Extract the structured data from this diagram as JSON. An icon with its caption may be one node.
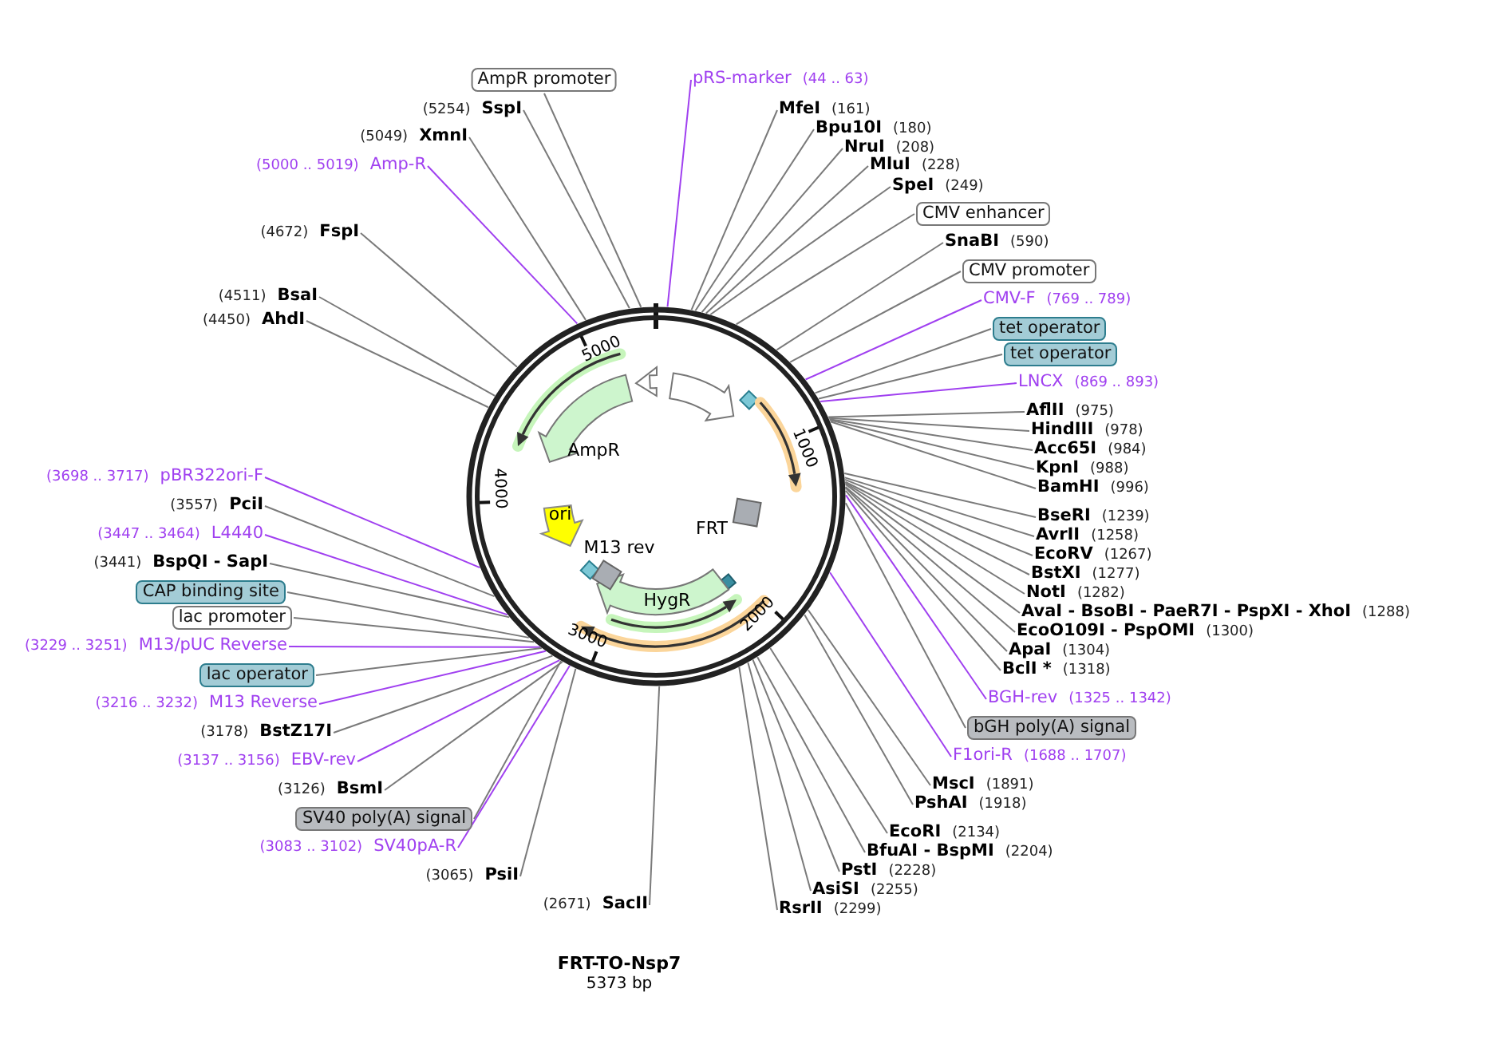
{
  "diagram": {
    "title": "FRT-TO-Nsp7",
    "caption": "5373 bp",
    "nodes": [
      {
        "text": [
          "AmpR promoter"
        ]
      },
      {
        "text": [
          "pRS-marker",
          "(44 .. 63)"
        ]
      },
      {
        "text": [
          "(5254)",
          "SspI"
        ]
      },
      {
        "text": [
          "(5049)",
          "XmnI"
        ]
      },
      {
        "text": [
          "(5000 .. 5019)",
          "Amp-R"
        ]
      },
      {
        "text": [
          "(4672)",
          "FspI"
        ]
      },
      {
        "text": [
          "(4511)",
          "BsaI"
        ]
      },
      {
        "text": [
          "(4450)",
          "AhdI"
        ]
      },
      {
        "text": [
          "MfeI",
          "(161)"
        ]
      },
      {
        "text": [
          "Bpu10I",
          "(180)"
        ]
      },
      {
        "text": [
          "NruI",
          "(208)"
        ]
      },
      {
        "text": [
          "MluI",
          "(228)"
        ]
      },
      {
        "text": [
          "SpeI",
          "(249)"
        ]
      },
      {
        "text": [
          "CMV enhancer"
        ]
      },
      {
        "text": [
          "SnaBI",
          "(590)"
        ]
      },
      {
        "text": [
          "CMV promoter"
        ]
      },
      {
        "text": [
          "CMV-F",
          "(769 .. 789)"
        ]
      },
      {
        "text": [
          "tet operator"
        ]
      },
      {
        "text": [
          "tet operator"
        ]
      },
      {
        "text": [
          "LNCX",
          "(869 .. 893)"
        ]
      },
      {
        "text": [
          "AflII",
          "(975)"
        ]
      },
      {
        "text": [
          "HindIII",
          "(978)"
        ]
      },
      {
        "text": [
          "Acc65I",
          "(984)"
        ]
      },
      {
        "text": [
          "KpnI",
          "(988)"
        ]
      },
      {
        "text": [
          "BamHI",
          "(996)"
        ]
      },
      {
        "text": [
          "BseRI",
          "(1239)"
        ]
      },
      {
        "text": [
          "AvrII",
          "(1258)"
        ]
      },
      {
        "text": [
          "EcoRV",
          "(1267)"
        ]
      },
      {
        "text": [
          "BstXI",
          "(1277)"
        ]
      },
      {
        "text": [
          "NotI",
          "(1282)"
        ]
      },
      {
        "text": [
          "AvaI - BsoBI - PaeR7I - PspXI - XhoI",
          "(1288)"
        ]
      },
      {
        "text": [
          "EcoO109I - PspOMI",
          "(1300)"
        ]
      },
      {
        "text": [
          "ApaI",
          "(1304)"
        ]
      },
      {
        "text": [
          "BclI *",
          "(1318)"
        ]
      },
      {
        "text": [
          "BGH-rev",
          "(1325 .. 1342)"
        ]
      },
      {
        "text": [
          "bGH poly(A) signal"
        ]
      },
      {
        "text": [
          "F1ori-R",
          "(1688 .. 1707)"
        ]
      },
      {
        "text": [
          "MscI",
          "(1891)"
        ]
      },
      {
        "text": [
          "PshAI",
          "(1918)"
        ]
      },
      {
        "text": [
          "EcoRI",
          "(2134)"
        ]
      },
      {
        "text": [
          "BfuAI - BspMI",
          "(2204)"
        ]
      },
      {
        "text": [
          "PstI",
          "(2228)"
        ]
      },
      {
        "text": [
          "AsiSI",
          "(2255)"
        ]
      },
      {
        "text": [
          "RsrII",
          "(2299)"
        ]
      },
      {
        "text": [
          "(3698 .. 3717)",
          "pBR322ori-F"
        ]
      },
      {
        "text": [
          "(3557)",
          "PciI"
        ]
      },
      {
        "text": [
          "(3447 .. 3464)",
          "L4440"
        ]
      },
      {
        "text": [
          "(3441)",
          "BspQI - SapI"
        ]
      },
      {
        "text": [
          "CAP binding site"
        ]
      },
      {
        "text": [
          "lac promoter"
        ]
      },
      {
        "text": [
          "(3229 .. 3251)",
          "M13/pUC Reverse"
        ]
      },
      {
        "text": [
          "lac operator"
        ]
      },
      {
        "text": [
          "(3216 .. 3232)",
          "M13 Reverse"
        ]
      },
      {
        "text": [
          "(3178)",
          "BstZ17I"
        ]
      },
      {
        "text": [
          "(3137 .. 3156)",
          "EBV-rev"
        ]
      },
      {
        "text": [
          "(3126)",
          "BsmI"
        ]
      },
      {
        "text": [
          "SV40 poly(A) signal"
        ]
      },
      {
        "text": [
          "(3083 .. 3102)",
          "SV40pA-R"
        ]
      },
      {
        "text": [
          "(3065)",
          "PsiI"
        ]
      },
      {
        "text": [
          "(2671)",
          "SacII"
        ]
      },
      {
        "text": [],
        "shape": "circle"
      },
      {
        "text": [
          "AmpR"
        ],
        "in": 60
      },
      {
        "text": [
          "ori"
        ],
        "in": 60
      },
      {
        "text": [
          "M13 rev"
        ],
        "in": 60
      },
      {
        "text": [
          "FRT"
        ],
        "in": 60
      },
      {
        "text": [
          "HygR"
        ],
        "in": 60
      }
    ],
    "edges": [
      {
        "from": 0,
        "to": 60,
        "arrow": "none"
      },
      {
        "from": 1,
        "to": 60,
        "arrow": "none",
        "color": "#a040f0"
      },
      {
        "from": 2,
        "to": 60,
        "arrow": "none"
      },
      {
        "from": 3,
        "to": 60,
        "arrow": "none"
      },
      {
        "from": 4,
        "to": 60,
        "arrow": "none",
        "color": "#a040f0"
      },
      {
        "from": 5,
        "to": 60,
        "arrow": "none"
      },
      {
        "from": 6,
        "to": 60,
        "arrow": "none"
      },
      {
        "from": 7,
        "to": 60,
        "arrow": "none"
      },
      {
        "from": 8,
        "to": 60,
        "arrow": "none"
      },
      {
        "from": 9,
        "to": 60,
        "arrow": "none"
      },
      {
        "from": 10,
        "to": 60,
        "arrow": "none"
      },
      {
        "from": 11,
        "to": 60,
        "arrow": "none"
      },
      {
        "from": 12,
        "to": 60,
        "arrow": "none"
      },
      {
        "from": 13,
        "to": 60,
        "arrow": "none"
      },
      {
        "from": 14,
        "to": 60,
        "arrow": "none"
      },
      {
        "from": 15,
        "to": 60,
        "arrow": "none"
      },
      {
        "from": 16,
        "to": 60,
        "arrow": "none",
        "color": "#a040f0"
      },
      {
        "from": 17,
        "to": 60,
        "arrow": "none"
      },
      {
        "from": 18,
        "to": 60,
        "arrow": "none"
      },
      {
        "from": 19,
        "to": 60,
        "arrow": "none",
        "color": "#a040f0"
      },
      {
        "from": 20,
        "to": 60,
        "arrow": "none"
      },
      {
        "from": 21,
        "to": 60,
        "arrow": "none"
      },
      {
        "from": 22,
        "to": 60,
        "arrow": "none"
      },
      {
        "from": 23,
        "to": 60,
        "arrow": "none"
      },
      {
        "from": 24,
        "to": 60,
        "arrow": "none"
      },
      {
        "from": 25,
        "to": 60,
        "arrow": "none"
      },
      {
        "from": 26,
        "to": 60,
        "arrow": "none"
      },
      {
        "from": 27,
        "to": 60,
        "arrow": "none"
      },
      {
        "from": 28,
        "to": 60,
        "arrow": "none"
      },
      {
        "from": 29,
        "to": 60,
        "arrow": "none"
      },
      {
        "from": 30,
        "to": 60,
        "arrow": "none"
      },
      {
        "from": 31,
        "to": 60,
        "arrow": "none"
      },
      {
        "from": 32,
        "to": 60,
        "arrow": "none"
      },
      {
        "from": 33,
        "to": 60,
        "arrow": "none"
      },
      {
        "from": 34,
        "to": 60,
        "arrow": "none",
        "color": "#a040f0"
      },
      {
        "from": 35,
        "to": 60,
        "arrow": "none"
      },
      {
        "from": 36,
        "to": 60,
        "arrow": "none",
        "color": "#a040f0"
      },
      {
        "from": 37,
        "to": 60,
        "arrow": "none"
      },
      {
        "from": 38,
        "to": 60,
        "arrow": "none"
      },
      {
        "from": 39,
        "to": 60,
        "arrow": "none"
      },
      {
        "from": 40,
        "to": 60,
        "arrow": "none"
      },
      {
        "from": 41,
        "to": 60,
        "arrow": "none"
      },
      {
        "from": 42,
        "to": 60,
        "arrow": "none"
      },
      {
        "from": 43,
        "to": 60,
        "arrow": "none"
      },
      {
        "from": 44,
        "to": 60,
        "arrow": "none",
        "color": "#a040f0"
      },
      {
        "from": 45,
        "to": 60,
        "arrow": "none"
      },
      {
        "from": 46,
        "to": 60,
        "arrow": "none",
        "color": "#a040f0"
      },
      {
        "from": 47,
        "to": 60,
        "arrow": "none"
      },
      {
        "from": 48,
        "to": 60,
        "arrow": "none"
      },
      {
        "from": 49,
        "to": 60,
        "arrow": "none"
      },
      {
        "from": 50,
        "to": 60,
        "arrow": "none",
        "color": "#a040f0"
      },
      {
        "from": 51,
        "to": 60,
        "arrow": "none"
      },
      {
        "from": 52,
        "to": 60,
        "arrow": "none",
        "color": "#a040f0"
      },
      {
        "from": 53,
        "to": 60,
        "arrow": "none"
      },
      {
        "from": 54,
        "to": 60,
        "arrow": "none",
        "color": "#a040f0"
      },
      {
        "from": 55,
        "to": 60,
        "arrow": "none"
      },
      {
        "from": 56,
        "to": 60,
        "arrow": "none"
      },
      {
        "from": 57,
        "to": 60,
        "arrow": "none",
        "color": "#a040f0"
      },
      {
        "from": 58,
        "to": 60,
        "arrow": "none"
      },
      {
        "from": 59,
        "to": 60,
        "arrow": "none"
      }
    ],
    "labels": [
      "1000",
      "2000",
      "3000",
      "4000",
      "5000"
    ]
  }
}
